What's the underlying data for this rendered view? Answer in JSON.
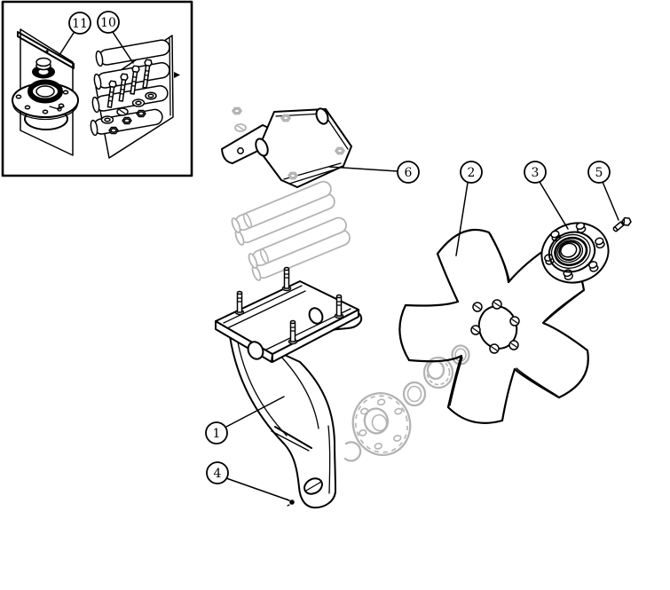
{
  "diagram": {
    "type": "exploded-parts-diagram",
    "background_color": "#ffffff",
    "line_color": "#000000",
    "ghost_color": "#b3b3b3",
    "callouts": [
      {
        "label": "11"
      },
      {
        "label": "10"
      },
      {
        "label": "6"
      },
      {
        "label": "2"
      },
      {
        "label": "3"
      },
      {
        "label": "5"
      },
      {
        "label": "1"
      },
      {
        "label": "4"
      }
    ]
  }
}
